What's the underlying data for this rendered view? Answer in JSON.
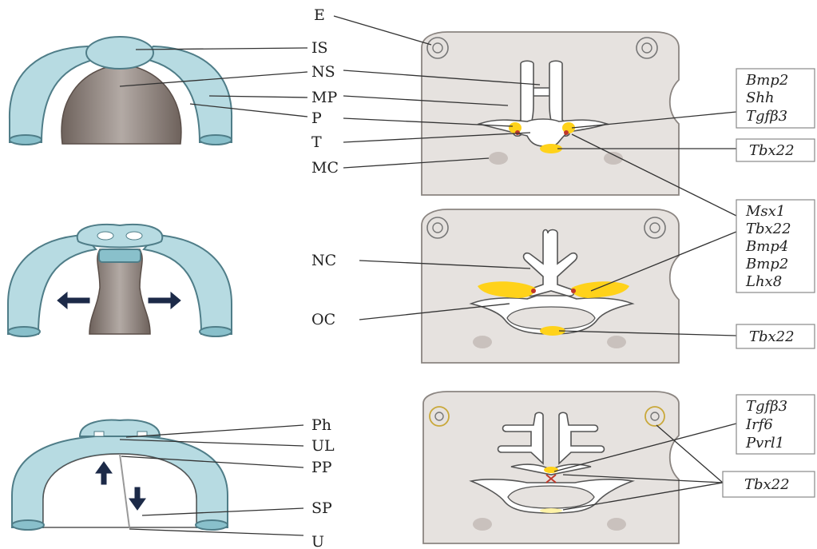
{
  "labels": {
    "E": "E",
    "IS": "IS",
    "NS": "NS",
    "MP": "MP",
    "P": "P",
    "T": "T",
    "MC": "MC",
    "NC": "NC",
    "OC": "OC",
    "Ph": "Ph",
    "UL": "UL",
    "PP": "PP",
    "SP": "SP",
    "U": "U"
  },
  "gene_boxes": {
    "box1": [
      "Bmp2",
      "Shh",
      "Tgfβ3"
    ],
    "box2": [
      "Tbx22"
    ],
    "box3": [
      "Msx1",
      "Tbx22",
      "Bmp4",
      "Bmp2",
      "Lhx8"
    ],
    "box4": [
      "Tbx22"
    ],
    "box5": [
      "Tgfβ3",
      "Irf6",
      "Pvrl1"
    ],
    "box6": [
      "Tbx22"
    ]
  },
  "colors": {
    "palatal_shelf": "#b7dbe2",
    "tongue": "#8a7f79",
    "head_tissue": "#e6e2df",
    "expression": "#ffd21a",
    "expression_high": "#c0392b"
  }
}
